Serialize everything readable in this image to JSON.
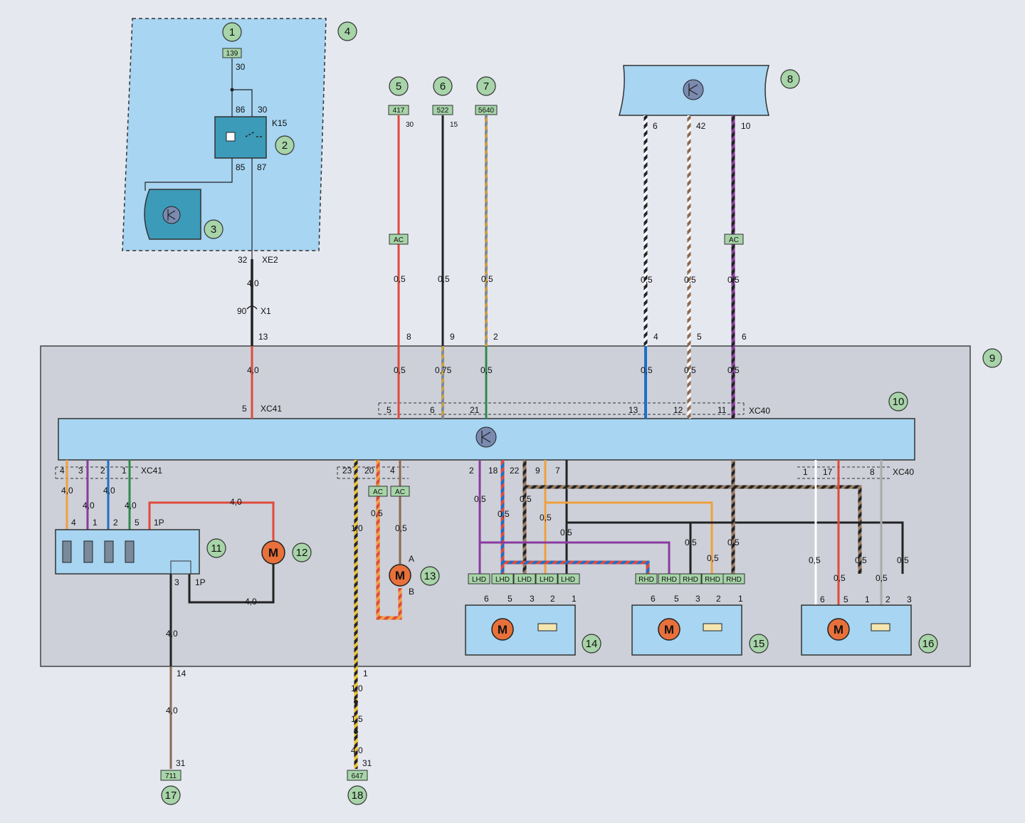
{
  "callouts": [
    {
      "id": "c1",
      "text": "1"
    },
    {
      "id": "c2",
      "text": "2"
    },
    {
      "id": "c3",
      "text": "3"
    },
    {
      "id": "c4",
      "text": "4"
    },
    {
      "id": "c5",
      "text": "5"
    },
    {
      "id": "c6",
      "text": "6"
    },
    {
      "id": "c7",
      "text": "7"
    },
    {
      "id": "c8",
      "text": "8"
    },
    {
      "id": "c9",
      "text": "9"
    },
    {
      "id": "c10",
      "text": "10"
    },
    {
      "id": "c11",
      "text": "11"
    },
    {
      "id": "c12",
      "text": "12"
    },
    {
      "id": "c13",
      "text": "13"
    },
    {
      "id": "c14",
      "text": "14"
    },
    {
      "id": "c15",
      "text": "15"
    },
    {
      "id": "c16",
      "text": "16"
    },
    {
      "id": "c17",
      "text": "17"
    },
    {
      "id": "c18",
      "text": "18"
    }
  ],
  "tags": {
    "fuse139": "139",
    "fuse417": "417",
    "fuse522": "522",
    "fuse5640": "5640",
    "fuse711": "711",
    "fuse647": "647",
    "ac": "AC",
    "lhd": "LHD",
    "rhd": "RHD"
  },
  "relay": {
    "name": "K15",
    "pin86": "86",
    "pin30": "30",
    "pin85": "85",
    "pin87": "87",
    "pin30_top": "30"
  },
  "connectors": {
    "xe2": "XE2",
    "x1": "X1",
    "xc41": "XC41",
    "xc40": "XC40",
    "xe2_pin": "32",
    "x1_pin": "90",
    "x1_pin13": "13",
    "xc41_pin5": "5"
  },
  "labels": [
    {
      "id": "l1",
      "text": "30"
    },
    {
      "id": "l2",
      "text": "15"
    },
    {
      "id": "l3",
      "text": "4,0"
    },
    {
      "id": "l4",
      "text": "0,5"
    },
    {
      "id": "l5",
      "text": "0,75"
    },
    {
      "id": "l6",
      "text": "1,0"
    },
    {
      "id": "l7",
      "text": "1,5"
    },
    {
      "id": "l8",
      "text": "1P"
    },
    {
      "id": "l9",
      "text": "6"
    },
    {
      "id": "l10",
      "text": "42"
    },
    {
      "id": "l11",
      "text": "10"
    },
    {
      "id": "l12",
      "text": "8"
    },
    {
      "id": "l13",
      "text": "9"
    },
    {
      "id": "l14",
      "text": "2"
    },
    {
      "id": "l15",
      "text": "4"
    },
    {
      "id": "l16",
      "text": "5"
    },
    {
      "id": "l17",
      "text": "21"
    },
    {
      "id": "l18",
      "text": "13"
    },
    {
      "id": "l19",
      "text": "12"
    },
    {
      "id": "l20",
      "text": "11"
    },
    {
      "id": "l21",
      "text": "3"
    },
    {
      "id": "l22",
      "text": "1"
    },
    {
      "id": "l23",
      "text": "23"
    },
    {
      "id": "l24",
      "text": "20"
    },
    {
      "id": "l25",
      "text": "18"
    },
    {
      "id": "l26",
      "text": "22"
    },
    {
      "id": "l27",
      "text": "7"
    },
    {
      "id": "l28",
      "text": "17"
    },
    {
      "id": "l29",
      "text": "14"
    },
    {
      "id": "l30",
      "text": "31"
    },
    {
      "id": "l31",
      "text": "A"
    },
    {
      "id": "l32",
      "text": "B"
    },
    {
      "id": "l33",
      "text": "M"
    }
  ],
  "colors": {
    "background": "#e6e8f0",
    "panel": "#cdd0d8",
    "module_blue": "#a7d5f2",
    "module_teal": "#3c9bb8",
    "callout_fill": "#a7d4a8",
    "wire_red": "#e04a3c",
    "wire_black": "#222222",
    "wire_orange": "#f0a040",
    "wire_blue": "#1e6fc8",
    "wire_purple": "#8a3aa0",
    "wire_green": "#2e8b4a",
    "wire_brown": "#8a6a50",
    "wire_gray": "#aaaaaa",
    "motor": "#e8703a"
  }
}
